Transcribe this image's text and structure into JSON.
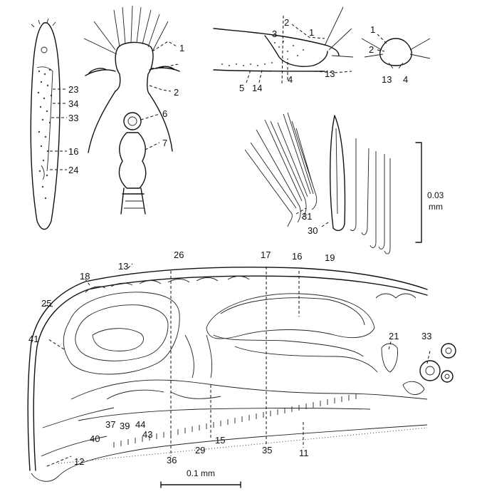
{
  "figures": {
    "whole_body": {
      "labels": [
        "23",
        "34",
        "33",
        "16",
        "24"
      ]
    },
    "head_cirri": {
      "labels": [
        "1",
        "2",
        "6",
        "7"
      ]
    },
    "lateral_detail": {
      "labels": [
        "2",
        "3",
        "1",
        "4",
        "5",
        "14",
        "13"
      ]
    },
    "cross_section": {
      "labels": [
        "1",
        "2",
        "13",
        "4"
      ]
    },
    "setae": {
      "labels": [
        "31",
        "30"
      ],
      "scale_value": "0.03",
      "scale_unit": "mm"
    },
    "sagittal_section": {
      "labels": [
        "26",
        "17",
        "16",
        "19",
        "13",
        "18",
        "25",
        "41",
        "21",
        "33",
        "37",
        "39",
        "44",
        "43",
        "40",
        "12",
        "36",
        "29",
        "15",
        "35",
        "11"
      ],
      "scale_label": "0.1 mm"
    }
  }
}
